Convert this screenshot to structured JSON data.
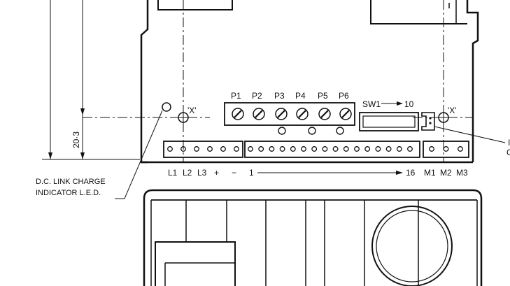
{
  "pot_labels": [
    "P1",
    "P2",
    "P3",
    "P4",
    "P5",
    "P6"
  ],
  "switch_label": "SW1",
  "switch_max": "10",
  "ref_marks": [
    "'X'",
    "'X'"
  ],
  "dimension": "20·3",
  "led_label_line1": "D.C. LINK CHARGE",
  "led_label_line2": "INDICATOR L.E.D.",
  "terminal_left_labels": [
    "L1",
    "L2",
    "L3",
    "+",
    "−"
  ],
  "terminal_control_start": "1",
  "terminal_control_end": "16",
  "terminal_motor_labels": [
    "M1",
    "M2",
    "M3"
  ],
  "cut_off_label_a": "I",
  "cut_off_label_b": "C"
}
